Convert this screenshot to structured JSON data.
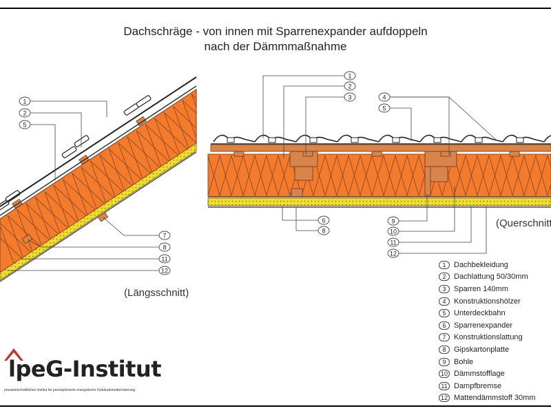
{
  "title_line1": "Dachschräge - von innen mit Sparrenexpander aufdoppeln",
  "title_line2": "nach der Dämmmaßnahme",
  "caption_long": "(Längsschnitt)",
  "caption_quer": "(Querschnitt",
  "callouts_left": [
    "1",
    "2",
    "5",
    "7",
    "8",
    "11",
    "12"
  ],
  "callouts_right": [
    "1",
    "2",
    "3",
    "4",
    "5",
    "6",
    "8",
    "9",
    "10",
    "11",
    "12"
  ],
  "legend": [
    {
      "num": "1",
      "label": "Dachbekleidung"
    },
    {
      "num": "2",
      "label": "Dachlattung 50/30mm"
    },
    {
      "num": "3",
      "label": "Sparren 140mm"
    },
    {
      "num": "4",
      "label": "Konstruktionshölzer"
    },
    {
      "num": "5",
      "label": "Unterdeckbahn"
    },
    {
      "num": "6",
      "label": "Sparrenexpander"
    },
    {
      "num": "7",
      "label": "Konstruktionslattung"
    },
    {
      "num": "8",
      "label": "Gipskartonplatte"
    },
    {
      "num": "9",
      "label": "Bohle"
    },
    {
      "num": "10",
      "label": "Dämmstofflage"
    },
    {
      "num": "11",
      "label": "Dampfbremse"
    },
    {
      "num": "12",
      "label": "Mattendämmstoff 30mm"
    }
  ],
  "logo": {
    "name_part1": "lpeG",
    "name_part2": "-Institut",
    "subtitle": "privatwirtschaftliches Institut für preisoptimierte energetische Gebäudemodernisierung"
  },
  "colors": {
    "insulation": "#f47a2c",
    "mineral_wool": "#f2de2e",
    "timber": "#d9844a",
    "membrane": "#8a4a2a",
    "logo_accent": "#c0392b"
  }
}
